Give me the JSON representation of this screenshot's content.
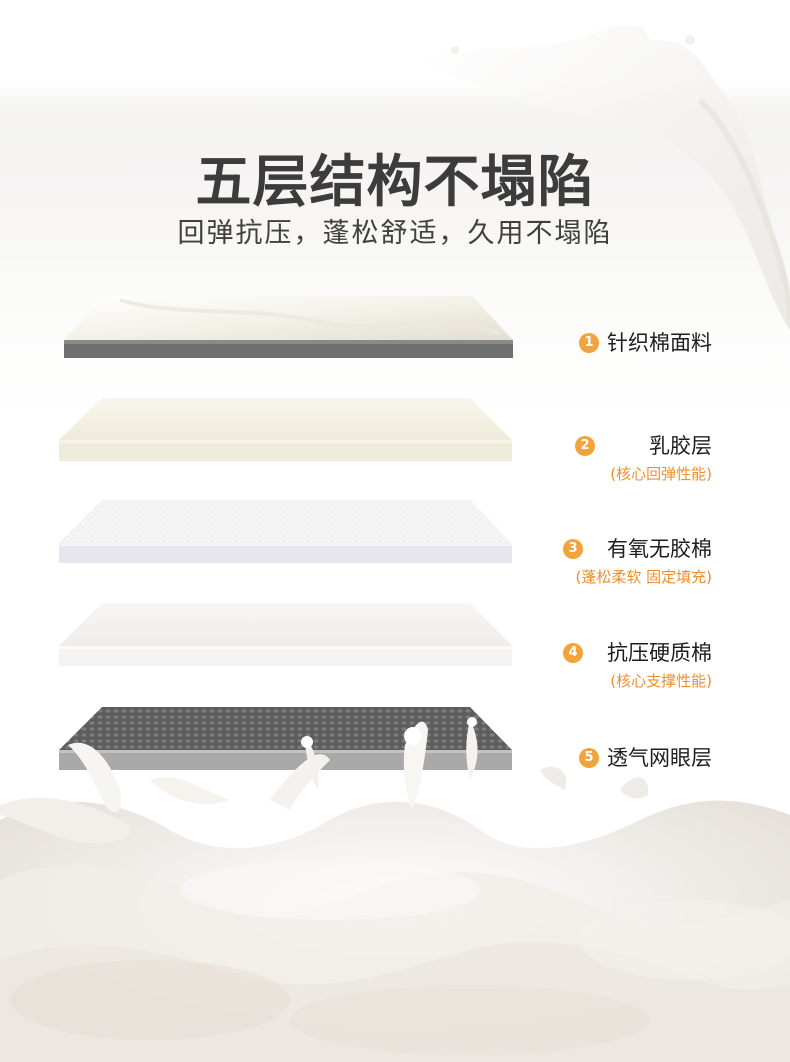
{
  "header": {
    "title": "五层结构不塌陷",
    "subtitle": "回弹抗压，蓬松舒适，久用不塌陷"
  },
  "layers": [
    {
      "number": "1",
      "name": "针织棉面料",
      "note": ""
    },
    {
      "number": "2",
      "name": "乳胶层",
      "note": "(核心回弹性能)"
    },
    {
      "number": "3",
      "name": "有氧无胶棉",
      "note": "(蓬松柔软 固定填充)"
    },
    {
      "number": "4",
      "name": "抗压硬质棉",
      "note": "(核心支撑性能)"
    },
    {
      "number": "5",
      "name": "透气网眼层",
      "note": ""
    }
  ],
  "colors": {
    "title": "#3c3c3c",
    "badge": "#f1a43c",
    "note": "#ef8f2d",
    "fabric_edge": "#6f6f6f",
    "latex": "#f3f0e2",
    "cotton": "#f4f2f6",
    "hard_cotton": "#f7f5f3",
    "mesh": "#6a6a6a"
  }
}
